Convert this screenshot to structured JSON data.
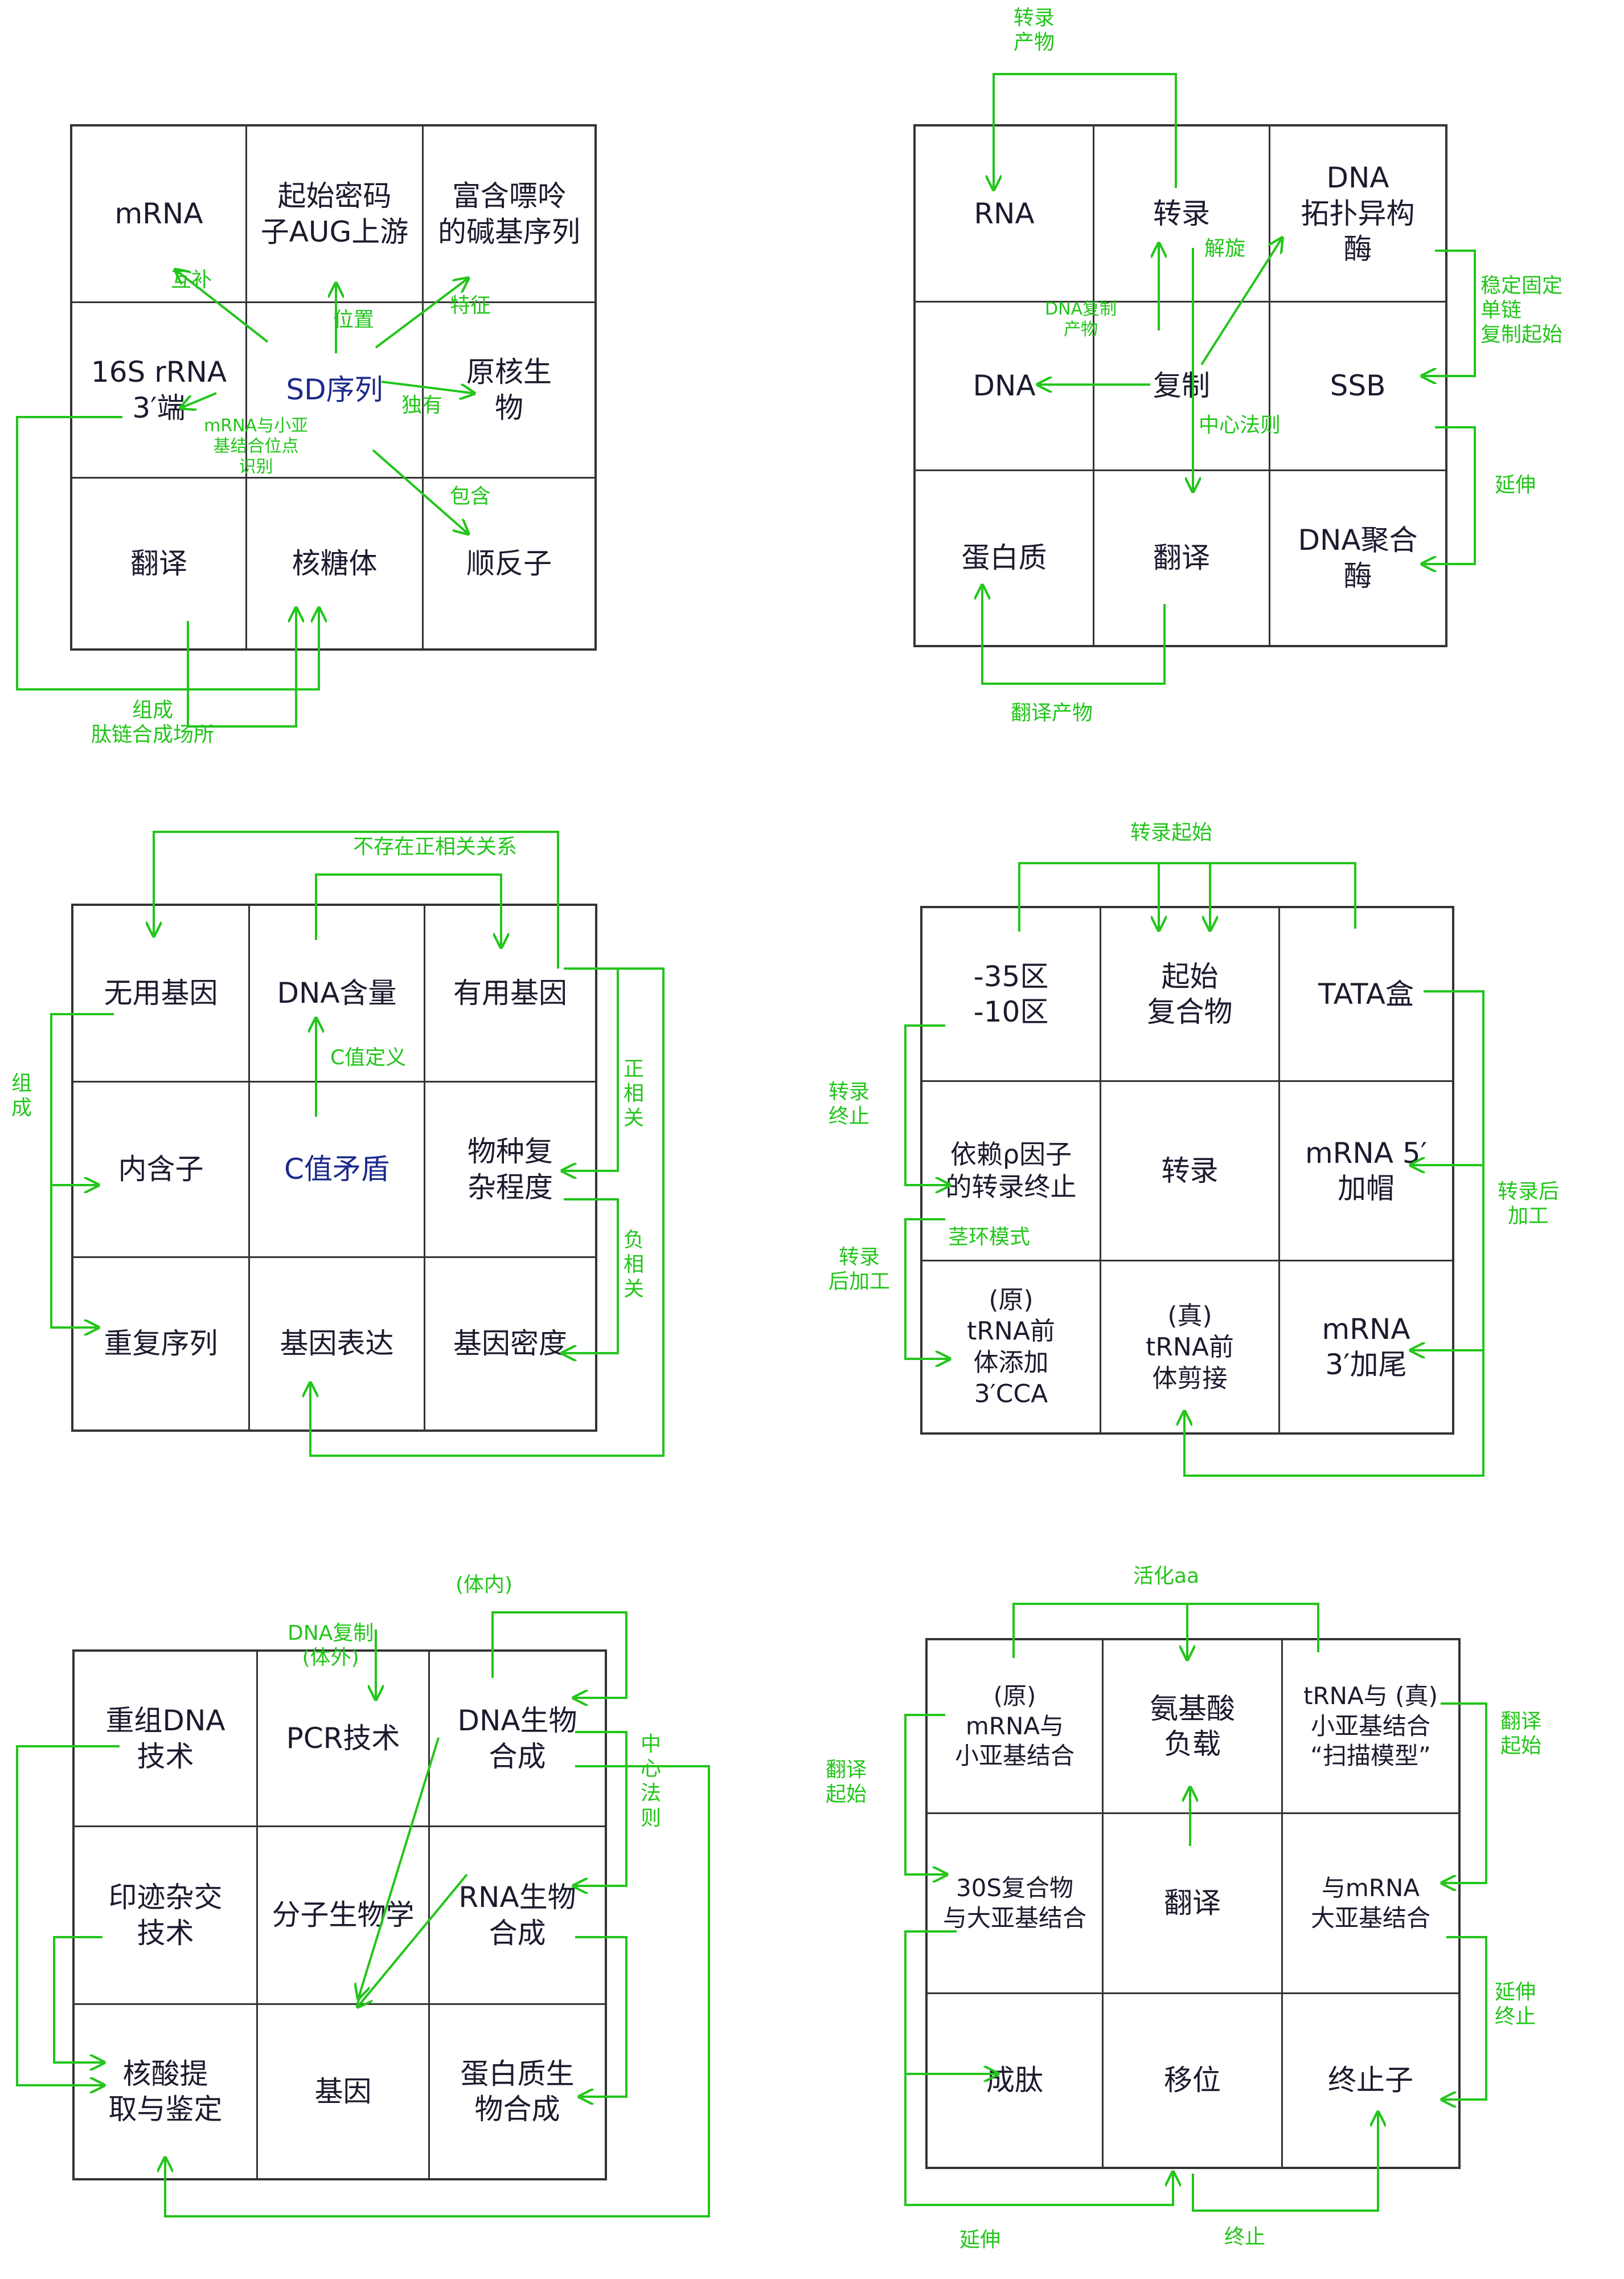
{
  "colors": {
    "ink": "#1b1b2e",
    "accent": "#22c51a",
    "grid": "#333333"
  },
  "grids": [
    {
      "id": "sd-sequence",
      "cells": [
        "mRNA",
        "起始密码\n子AUG上游",
        "富含嘌呤\n的碱基序列",
        "16S rRNA\n3′端",
        "SD序列",
        "原核生\n物",
        "翻译",
        "核糖体",
        "顺反子"
      ],
      "labels": [
        "互补",
        "位置",
        "特征",
        "独有",
        "mRNA与小亚\n基结合位点\n识别",
        "包含",
        "组成\n肽链合成场所"
      ]
    },
    {
      "id": "central-dogma",
      "cells": [
        "RNA",
        "转录",
        "DNA\n拓扑异构\n酶",
        "DNA",
        "复制",
        "SSB",
        "蛋白质",
        "翻译",
        "DNA聚合\n酶"
      ],
      "labels": [
        "转录\n产物",
        "解旋",
        "DNA复制\n产物",
        "中心法则",
        "稳定固定\n单链\n复制起始",
        "延伸",
        "翻译产物"
      ]
    },
    {
      "id": "genome",
      "cells": [
        "无用基因",
        "DNA含量",
        "有用基因",
        "内含子",
        "C值矛盾",
        "物种复\n杂程度",
        "重复序列",
        "基因表达",
        "基因密度"
      ],
      "labels": [
        "不存在正相关关系",
        "C值定义",
        "正\n相\n关",
        "负\n相\n关",
        "组\n成"
      ]
    },
    {
      "id": "transcription",
      "cells": [
        "-35区\n-10区",
        "起始\n复合物",
        "TATA盒",
        "依赖ρ因子\n的转录终止",
        "转录",
        "mRNA 5′\n加帽",
        "(原)\ntRNA前\n体添加\n3′CCA",
        "(真)\ntRNA前\n体剪接",
        "mRNA\n3′加尾"
      ],
      "labels": [
        "转录起始",
        "转录\n终止",
        "转录\n后加工",
        "转录后\n加工",
        "茎环模式"
      ]
    },
    {
      "id": "molecular-biology",
      "cells": [
        "重组DNA\n技术",
        "PCR技术",
        "DNA生物\n合成",
        "印迹杂交\n技术",
        "分子生物学",
        "RNA生物\n合成",
        "核酸提\n取与鉴定",
        "基因",
        "蛋白质生\n物合成"
      ],
      "labels": [
        "(体内)",
        "DNA复制\n(体外)",
        "中\n心\n法\n则"
      ]
    },
    {
      "id": "translation",
      "cells": [
        "(原)\nmRNA与\n小亚基结合",
        "氨基酸\n负载",
        "tRNA与 (真)\n小亚基结合\n“扫描模型”",
        "30S复合物\n与大亚基结合",
        "翻译",
        "与mRNA\n大亚基结合",
        "成肽",
        "移位",
        "终止子"
      ],
      "labels": [
        "活化aa",
        "翻译\n起始",
        "翻译\n起始",
        "延伸\n终止",
        "延伸",
        "终止"
      ]
    }
  ]
}
